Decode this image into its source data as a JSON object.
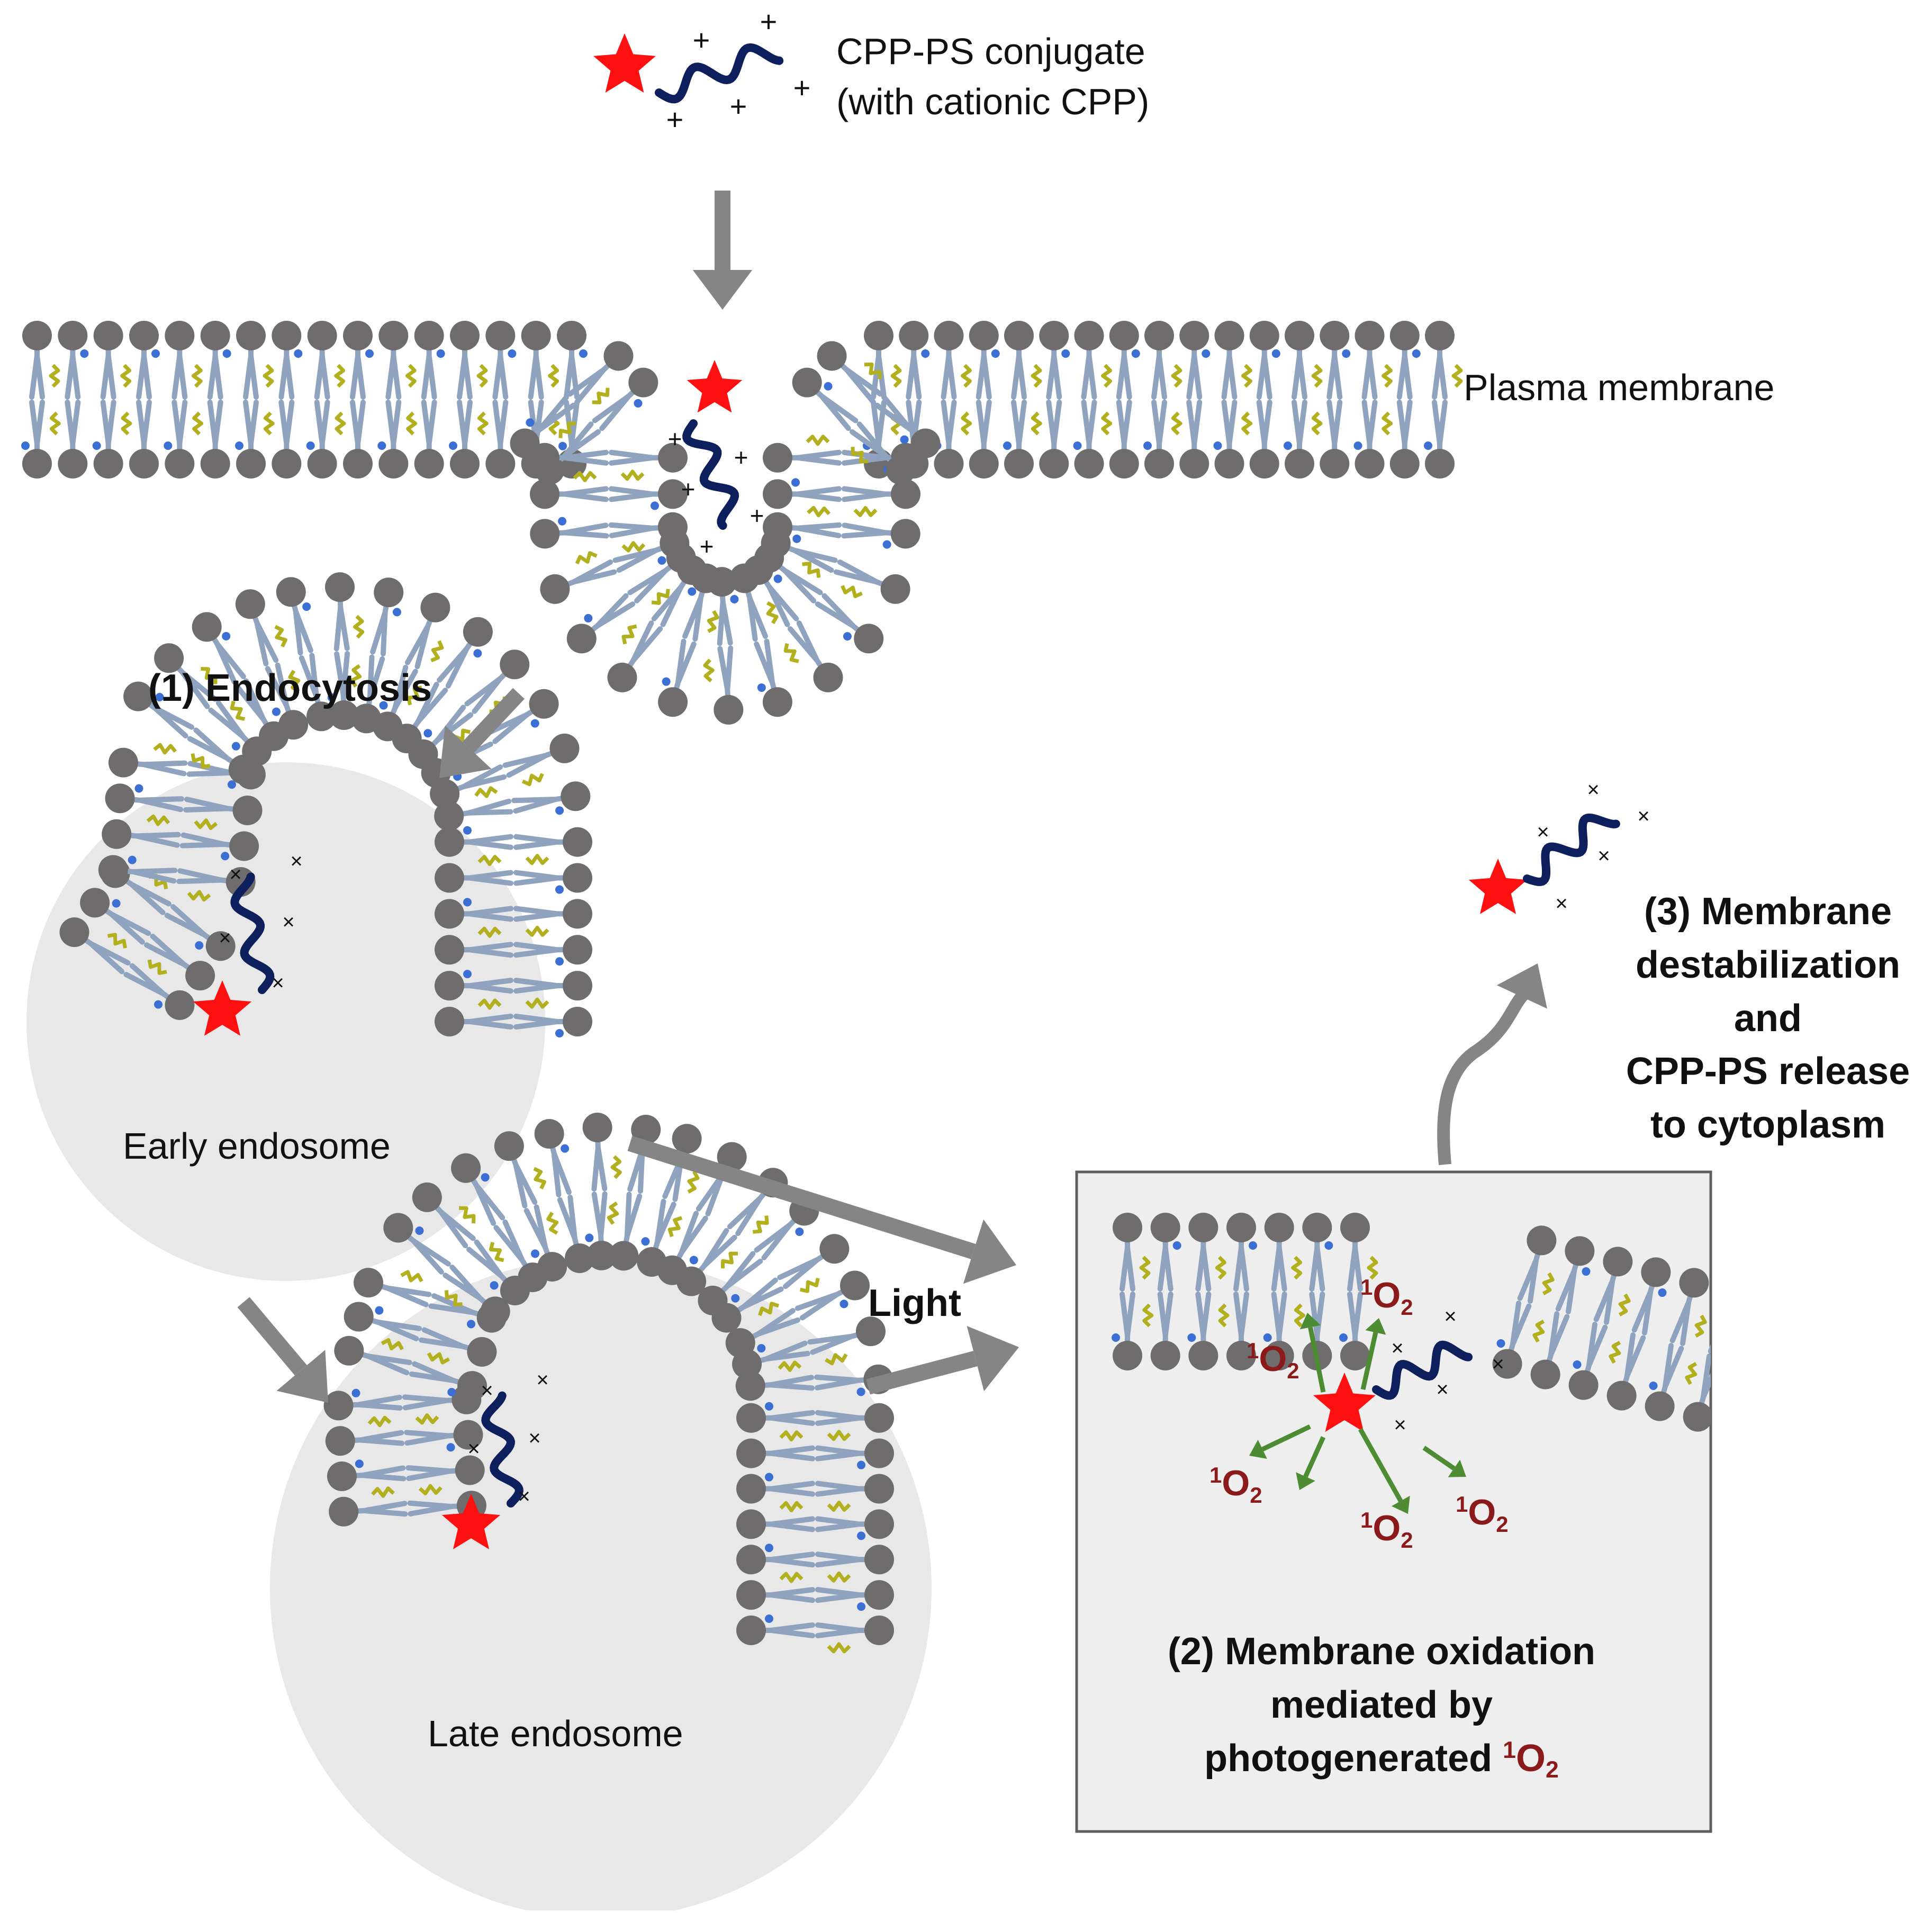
{
  "labels": {
    "conjugate_line1": "CPP-PS conjugate",
    "conjugate_line2": "(with cationic CPP)",
    "plasma_membrane": "Plasma membrane",
    "endocytosis": "(1) Endocytosis",
    "early_endosome": "Early endosome",
    "late_endosome": "Late endosome",
    "light": "Light",
    "step3_line1": "(3) Membrane",
    "step3_line2": "destabilization",
    "step3_line3": "and",
    "step3_line4": "CPP-PS release",
    "step3_line5": "to cytoplasm",
    "step2_line1": "(2) Membrane oxidation",
    "step2_line2": "mediated by",
    "step2_line3": "photogenerated",
    "singlet_sup": "1",
    "singlet_o": "O",
    "singlet_sub": "2"
  },
  "symbols": {
    "cationic": "+",
    "neutralized": "×"
  },
  "colors": {
    "lipid_head": "#6e6c6c",
    "lipid_tail": "#8fa3bf",
    "phosphate_dot": "#3b6fd4",
    "cholesterol": "#b3b020",
    "peptide": "#0d1f5c",
    "star": "#ff1010",
    "arrow": "#858585",
    "oxygen_arrow": "#4e8c34",
    "singlet_oxygen": "#8b1a1a",
    "endosome_fill": "#e8e8e8",
    "box_border": "#5e5e5e"
  },
  "icons": [
    "photosensitizer-star-icon",
    "peptide-chain-icon",
    "lipid-bilayer-icon",
    "process-arrow-icon"
  ]
}
